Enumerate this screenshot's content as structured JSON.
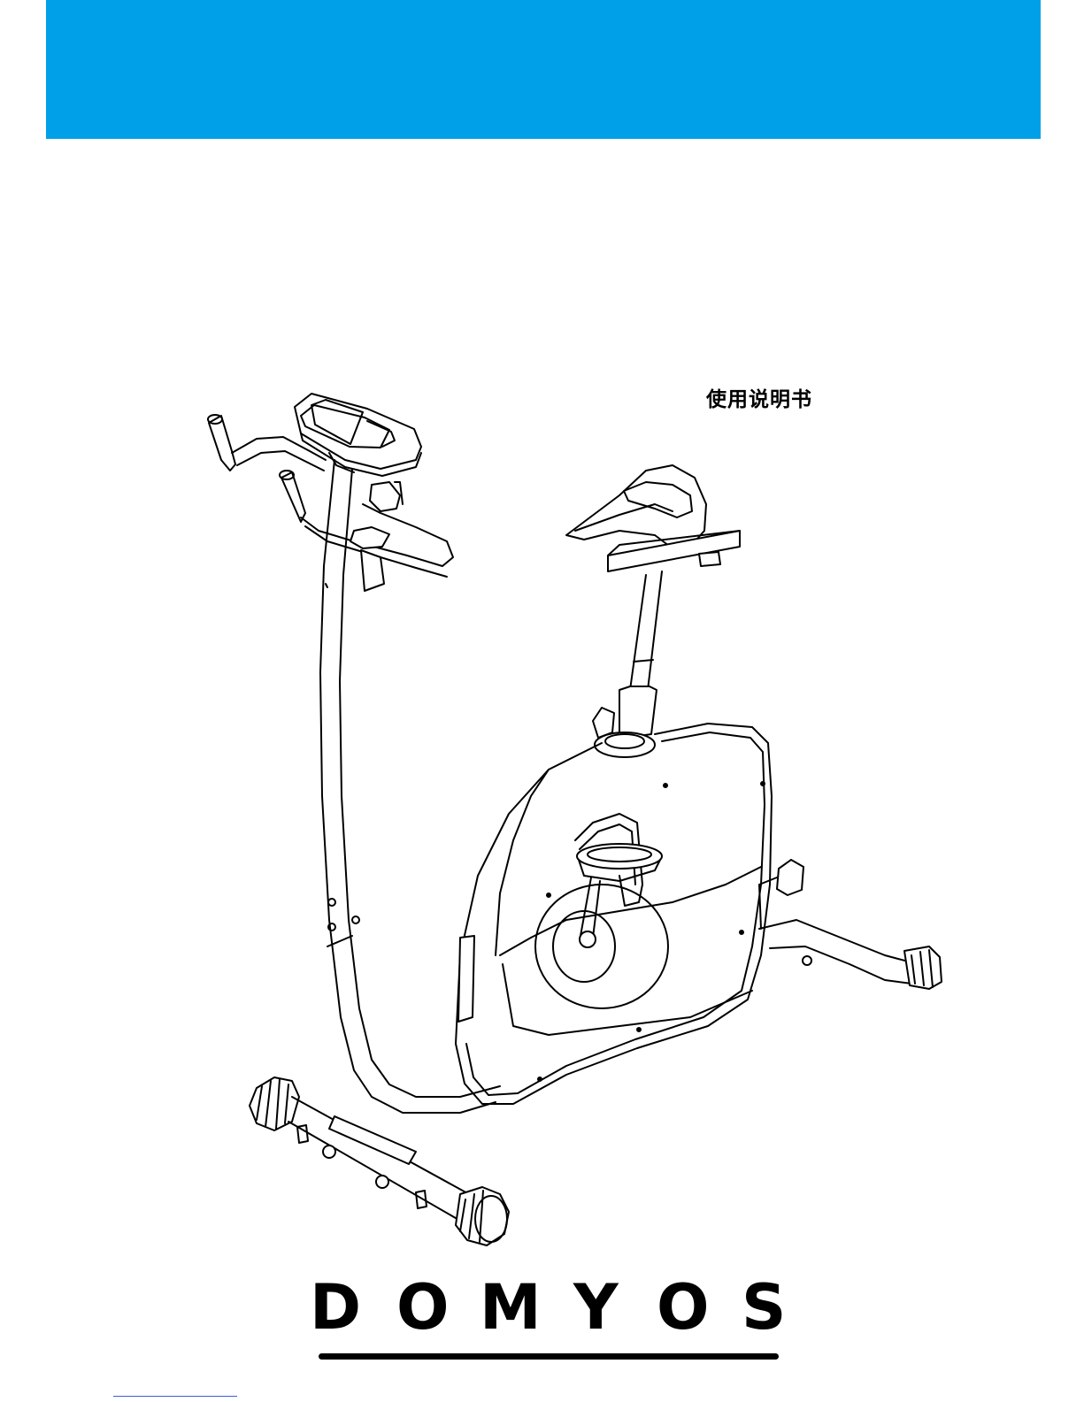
{
  "header": {
    "band_color": "#00a0e9"
  },
  "document": {
    "title": "使用说明书"
  },
  "brand": {
    "name": "DOMYOS",
    "letters": [
      "D",
      "O",
      "M",
      "Y",
      "O",
      "S"
    ]
  },
  "illustration": {
    "subject": "upright-exercise-bike-line-drawing"
  }
}
